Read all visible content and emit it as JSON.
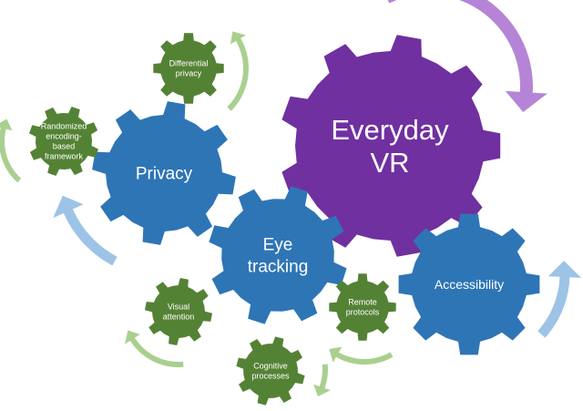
{
  "gears": [
    {
      "id": "everyday-vr",
      "lines": [
        "Everyday",
        "VR"
      ],
      "color": "#7030A0",
      "kind": "main"
    },
    {
      "id": "privacy",
      "lines": [
        "Privacy"
      ],
      "color": "#2E75B6",
      "kind": "primary"
    },
    {
      "id": "eye-tracking",
      "lines": [
        "Eye",
        "tracking"
      ],
      "color": "#2E75B6",
      "kind": "primary"
    },
    {
      "id": "accessibility",
      "lines": [
        "Accessibility"
      ],
      "color": "#2E75B6",
      "kind": "primary"
    },
    {
      "id": "differential-privacy",
      "lines": [
        "Differential",
        "privacy"
      ],
      "color": "#548235",
      "kind": "secondary"
    },
    {
      "id": "randomized-encoding",
      "lines": [
        "Randomized",
        "encoding-",
        "based",
        "framework"
      ],
      "color": "#548235",
      "kind": "secondary"
    },
    {
      "id": "visual-attention",
      "lines": [
        "Visual",
        "attention"
      ],
      "color": "#548235",
      "kind": "secondary"
    },
    {
      "id": "remote-protocols",
      "lines": [
        "Remote",
        "protocols"
      ],
      "color": "#548235",
      "kind": "secondary"
    },
    {
      "id": "cognitive-processes",
      "lines": [
        "Cognitive",
        "processes"
      ],
      "color": "#548235",
      "kind": "secondary"
    }
  ],
  "arrows": [
    {
      "id": "purple-arrow",
      "color": "#B584D6"
    },
    {
      "id": "blue-arrow-left",
      "color": "#9DC3E6"
    },
    {
      "id": "blue-arrow-right",
      "color": "#9DC3E6"
    },
    {
      "id": "green-arrow-diffpriv",
      "color": "#A9D08E"
    },
    {
      "id": "green-arrow-randomized",
      "color": "#A9D08E"
    },
    {
      "id": "green-arrow-visual",
      "color": "#A9D08E"
    },
    {
      "id": "green-arrow-cognitive",
      "color": "#A9D08E"
    },
    {
      "id": "green-arrow-remote",
      "color": "#A9D08E"
    }
  ]
}
